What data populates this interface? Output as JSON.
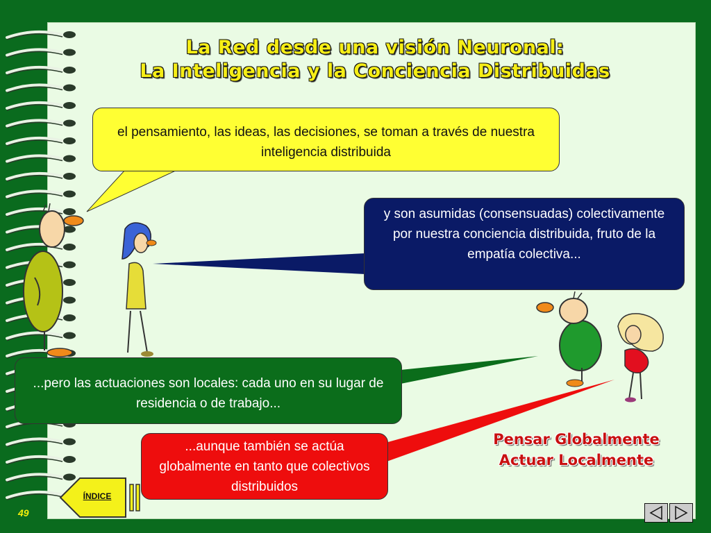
{
  "title": {
    "line1": "La Red desde una visión Neuronal:",
    "line2": "La Inteligencia y la Conciencia Distribuidas"
  },
  "bubbles": [
    {
      "text": "el pensamiento, las ideas, las decisiones, se toman a través  de nuestra inteligencia distribuida"
    },
    {
      "text": "y son asumidas (consensuadas) colectivamente por nuestra conciencia distribuida, fruto de la empatía colectiva..."
    },
    {
      "text": "...pero las actuaciones son locales: cada uno en su lugar de residencia o de trabajo..."
    },
    {
      "text": "...aunque también se actúa globalmente en tanto que colectivos distribuidos"
    }
  ],
  "motto": {
    "line1": "Pensar Globalmente",
    "line2": "Actuar Localmente"
  },
  "index_button": {
    "label": "ÍNDICE"
  },
  "page_number": "49",
  "colors": {
    "background": "#0a6b1e",
    "page": "#eafbe4",
    "title": "#f6ee16",
    "bubble_yellow": "#ffff33",
    "bubble_navy": "#0a1a66",
    "bubble_green": "#0b6d1b",
    "bubble_red": "#ee0d0d",
    "motto": "#c81010"
  },
  "icons": [
    "notebook-ring-icon",
    "back-arrow-icon",
    "previous-triangle-icon",
    "next-triangle-icon"
  ]
}
